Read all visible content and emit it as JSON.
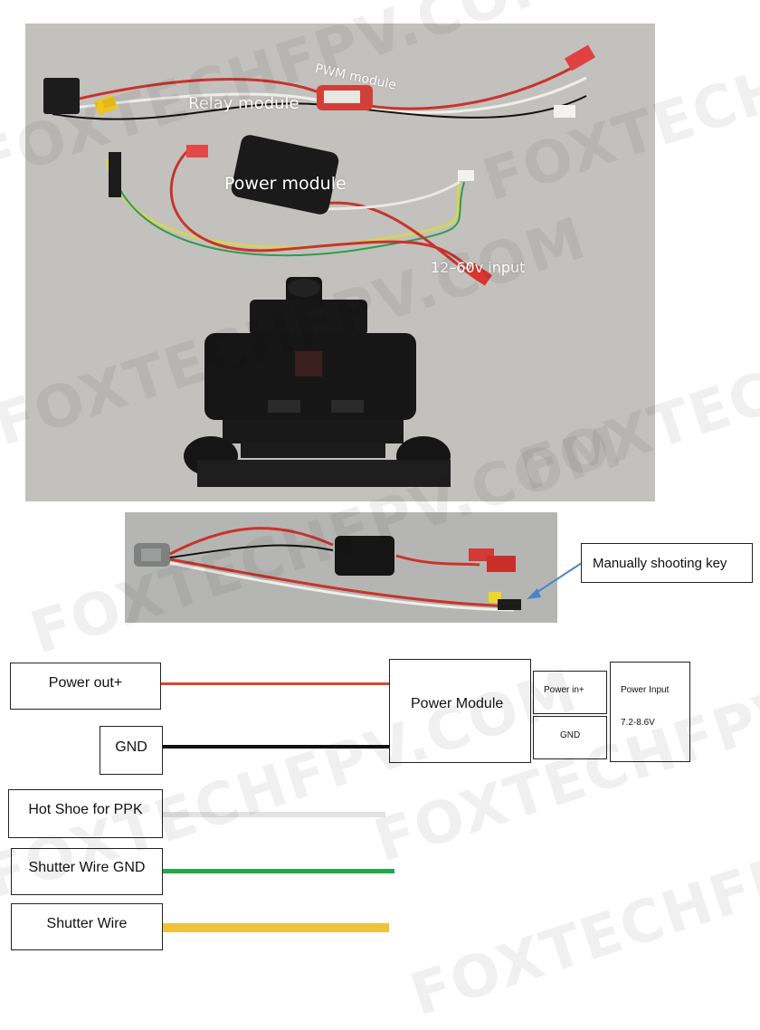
{
  "photo_top": {
    "labels": {
      "pwm": "PWM module",
      "relay": "Relay module",
      "power": "Power module",
      "input": "12–60v input"
    }
  },
  "photo_bottom": {
    "callout": "Manually shooting key"
  },
  "diagram": {
    "wires": [
      {
        "label": "Power out+",
        "color": "#d9462d"
      },
      {
        "label": "GND",
        "color": "#111111"
      },
      {
        "label": "Hot Shoe for PPK",
        "color": "#e3e3e3"
      },
      {
        "label": "Shutter Wire GND",
        "color": "#21a84a"
      },
      {
        "label": "Shutter Wire",
        "color": "#efc23a"
      }
    ],
    "power_module": "Power Module",
    "power_in_plus": "Power in+",
    "gnd": "GND",
    "power_input": "Power Input",
    "voltage": "7.2-8.6V"
  },
  "watermark": "FOXTECHFPV.COM"
}
